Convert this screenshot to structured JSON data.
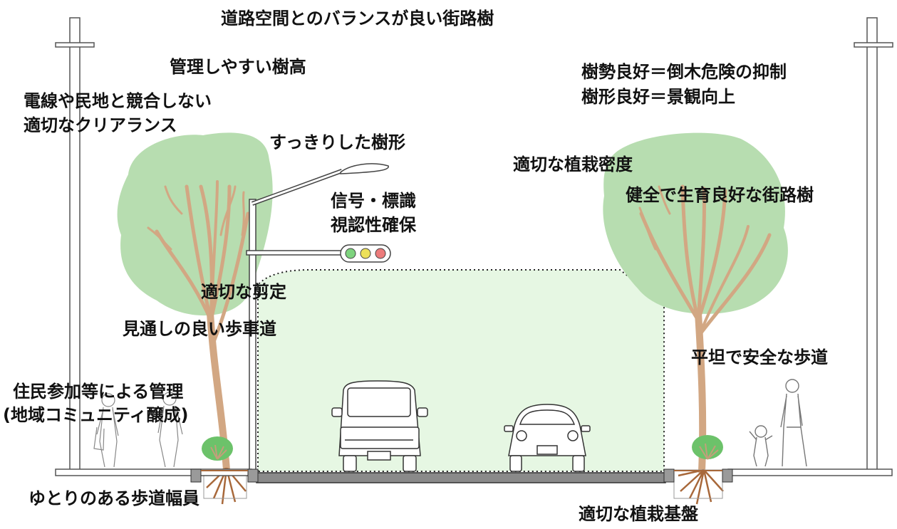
{
  "labels": {
    "title": "道路空間とのバランスが良い街路樹",
    "tree_height": "管理しやすい樹高",
    "clearance_line1": "電線や民地と競合しない",
    "clearance_line2": "適切なクリアランス",
    "tree_form": "すっきりした樹形",
    "vitality_line1": "樹勢良好＝倒木危険の抑制",
    "vitality_line2": "樹形良好＝景観向上",
    "planting_density": "適切な植栽密度",
    "healthy_trees": "健全で生育良好な街路樹",
    "signal_line1": "信号・標識",
    "signal_line2": "視認性確保",
    "pruning": "適切な剪定",
    "visibility": "見通しの良い歩車道",
    "flat_sidewalk": "平坦で安全な歩道",
    "community_line1": "住民参加等による管理",
    "community_line2": "(地域コミュニティ醸成)",
    "sidewalk_width": "ゆとりのある歩道幅員",
    "planting_base": "適切な植栽基盤"
  },
  "colors": {
    "canopy": "#b7ddb0",
    "trunk": "#d2a783",
    "clearance_zone": "#e6f7e3",
    "shrub": "#6cc26a",
    "signal_green": "#7ed37e",
    "signal_yellow": "#ece05a",
    "signal_red": "#ec7b7b"
  }
}
